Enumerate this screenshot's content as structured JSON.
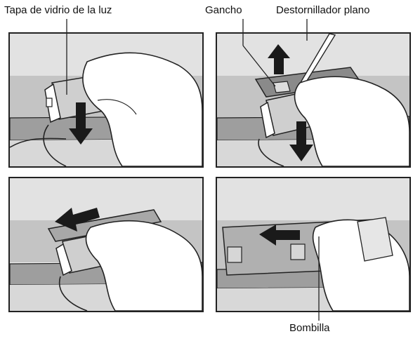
{
  "labels": {
    "glass_cover": "Tapa de vidrio de la luz",
    "hook": "Gancho",
    "flat_screwdriver": "Destornillador plano",
    "bulb": "Bombilla"
  },
  "colors": {
    "line": "#222222",
    "panel_background": "#eeeeee",
    "metal_dark": "#9a9a9a",
    "metal_light": "#d6d6d6",
    "cover_glass": "#cfcfcf",
    "arrow": "#1a1a1a",
    "hand": "#ffffff"
  },
  "icons": [
    "arrow-down-icon",
    "arrow-up-icon",
    "arrow-left-icon",
    "hand-illustration",
    "screwdriver-illustration",
    "bulb-illustration"
  ]
}
